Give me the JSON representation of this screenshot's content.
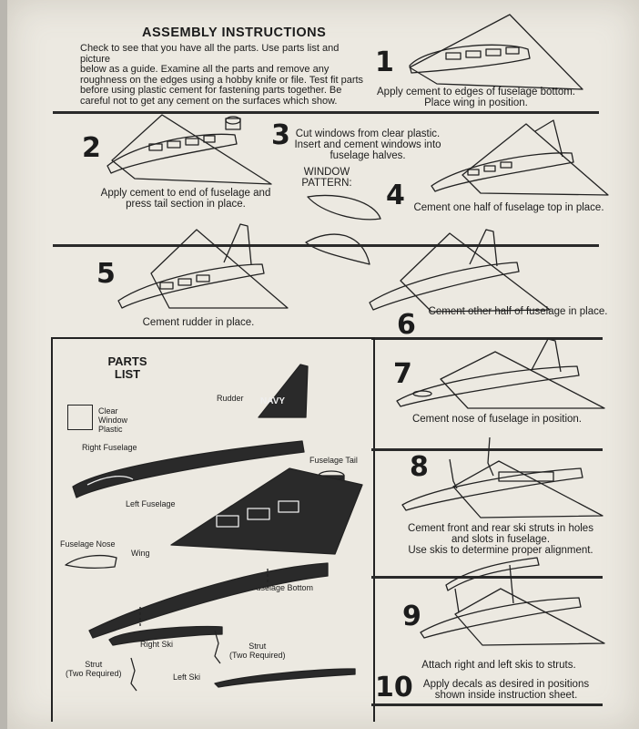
{
  "header": {
    "title": "ASSEMBLY INSTRUCTIONS",
    "intro": "Check to see that you have all the parts. Use parts list and picture\nbelow as a guide. Examine all the parts and remove any\nroughness on the edges using a hobby knife or file. Test fit parts\nbefore using plastic cement for fastening parts together. Be\ncareful not to get any cement on the surfaces which show."
  },
  "steps": [
    {
      "number": "1",
      "text": "Apply cement to edges of fuselage bottom.\nPlace wing in position."
    },
    {
      "number": "2",
      "text": "Apply cement to end of fuselage and\npress tail section in place."
    },
    {
      "number": "3",
      "text": "Cut windows from clear plastic.\nInsert and cement windows into\nfuselage halves."
    },
    {
      "number": "4",
      "text": "Cement one half of fuselage top in place."
    },
    {
      "number": "5",
      "text": "Cement rudder in place."
    },
    {
      "number": "6",
      "text": "Cement other half of fuselage in place."
    },
    {
      "number": "7",
      "text": "Cement nose of fuselage in position."
    },
    {
      "number": "8",
      "text": "Cement front and rear ski struts in holes\nand slots in fuselage.\nUse skis to determine proper alignment."
    },
    {
      "number": "9",
      "text": "Attach right and left skis to struts."
    },
    {
      "number": "10",
      "text": "Apply decals as desired in positions\nshown inside instruction sheet."
    }
  ],
  "window_pattern_label": "WINDOW\nPATTERN:",
  "parts_list": {
    "title": "PARTS\nLIST",
    "labels": {
      "rudder": "Rudder",
      "navy": "NAVY",
      "clear_window": "Clear\nWindow\nPlastic",
      "right_fuselage": "Right Fuselage",
      "fuselage_tail": "Fuselage Tail",
      "left_fuselage": "Left Fuselage",
      "fuselage_nose": "Fuselage Nose",
      "wing": "Wing",
      "fuselage_bottom": "Fuselage Bottom",
      "right_ski": "Right Ski",
      "strut_right": "Strut\n(Two Required)",
      "strut_left": "Strut\n(Two Required)",
      "left_ski": "Left Ski"
    }
  },
  "colors": {
    "paper": "#ece9e1",
    "ink": "#1c1c1c",
    "background": "#b9b6af"
  }
}
